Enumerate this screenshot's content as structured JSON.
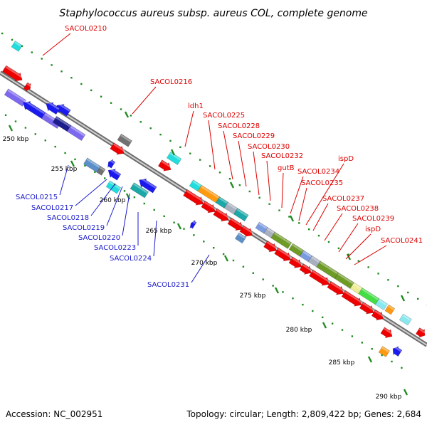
{
  "title": "Staphylococcus aureus subsp. aureus COL, complete genome",
  "footer": {
    "accession": "Accession: NC_002951",
    "summary": "Topology: circular; Length: 2,809,422 bp; Genes: 2,684"
  },
  "colors": {
    "forward_label": "#dd0000",
    "reverse_label": "#1a1acc",
    "backbone": "#8c8c8c",
    "tick": "#1f8a1f"
  },
  "ticks": [
    "250 kbp",
    "255 kbp",
    "260 kbp",
    "265 kbp",
    "270 kbp",
    "275 kbp",
    "280 kbp",
    "285 kbp",
    "290 kbp"
  ],
  "forward_labels": [
    "SACOL0210",
    "SACOL0216",
    "ldh1",
    "SACOL0225",
    "SACOL0228",
    "SACOL0229",
    "SACOL0230",
    "SACOL0232",
    "gutB",
    "SACOL0234",
    "SACOL0235",
    "ispD",
    "SACOL0237",
    "SACOL0238",
    "SACOL0239",
    "ispD",
    "SACOL0241"
  ],
  "reverse_labels": [
    "SACOL0215",
    "SACOL0217",
    "SACOL0218",
    "SACOL0219",
    "SACOL0220",
    "SACOL0223",
    "SACOL0224",
    "SACOL0231"
  ]
}
